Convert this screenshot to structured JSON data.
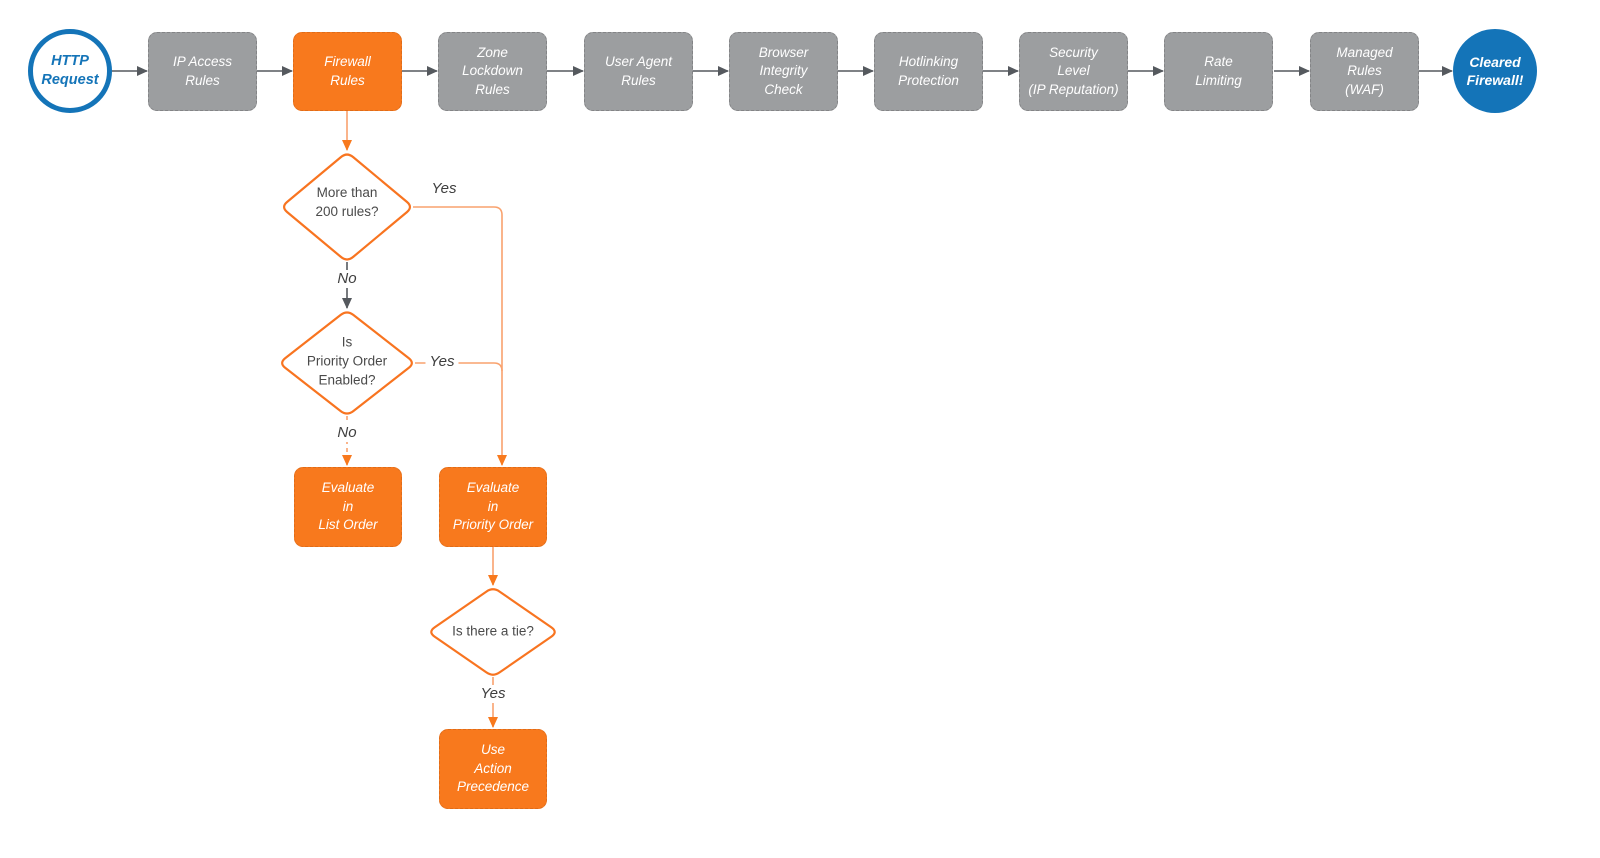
{
  "colors": {
    "orange": "#F8791D",
    "orange-stroke": "#F87420",
    "orange-line": "#F9A26E",
    "gray-node": "#9C9EA0",
    "blue": "#1474B8",
    "line-dark": "#55595E",
    "text-dark": "#4A4A4A",
    "label-dark": "#3E3E3E"
  },
  "pipeline": {
    "start": "HTTP\nRequest",
    "end": "Cleared\nFirewall!",
    "stages": [
      {
        "id": "ip-access-rules",
        "label": "IP Access\nRules"
      },
      {
        "id": "firewall-rules",
        "label": "Firewall\nRules"
      },
      {
        "id": "zone-lockdown-rules",
        "label": "Zone\nLockdown\nRules"
      },
      {
        "id": "user-agent-rules",
        "label": "User Agent\nRules"
      },
      {
        "id": "browser-integrity-check",
        "label": "Browser\nIntegrity\nCheck"
      },
      {
        "id": "hotlinking-protection",
        "label": "Hotlinking\nProtection"
      },
      {
        "id": "security-level",
        "label": "Security\nLevel\n(IP Reputation)"
      },
      {
        "id": "rate-limiting",
        "label": "Rate\nLimiting"
      },
      {
        "id": "managed-rules-waf",
        "label": "Managed\nRules\n(WAF)"
      }
    ]
  },
  "decision_tree": {
    "more_than_200": {
      "question": "More than\n200 rules?",
      "yes": "Yes",
      "no": "No"
    },
    "priority_enabled": {
      "question": "Is\nPriority Order\nEnabled?",
      "yes": "Yes",
      "no": "No"
    },
    "evaluate_list_order": "Evaluate\nin\nList Order",
    "evaluate_priority_order": "Evaluate\nin\nPriority Order",
    "tie": {
      "question": "Is there a tie?",
      "yes": "Yes"
    },
    "use_action_precedence": "Use\nAction\nPrecedence"
  }
}
